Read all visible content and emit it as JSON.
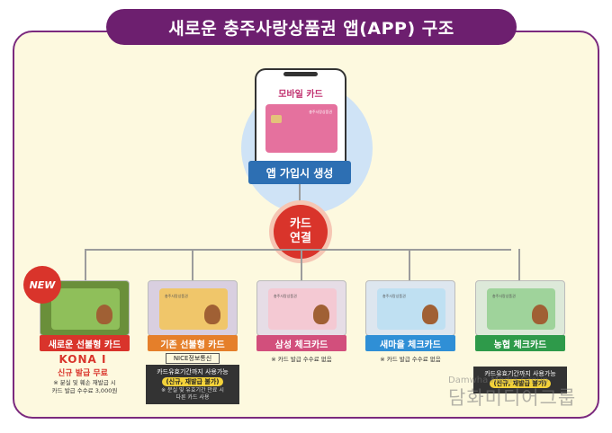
{
  "title": "새로운 충주사랑상품권 앱(APP) 구조",
  "phone": {
    "label": "모바일 카드",
    "card_text": "충주사랑상품권"
  },
  "app_step": "앱 가입시 생성",
  "hub": {
    "line1": "카드",
    "line2": "연결"
  },
  "cards": [
    {
      "label": "새로운 선불형 카드",
      "bar_color": "#d9342b",
      "card_color": "#8fbf5a",
      "badge": "NEW",
      "brand": "KONA I",
      "highlight": "신규 발급 무료",
      "notes": [
        "※ 분실 및 훼손 재발급 시",
        "카드 발급 수수료 3,000원"
      ]
    },
    {
      "label": "기존 선불형 카드",
      "bar_color": "#e57f2a",
      "card_color": "#f0c66a",
      "card_text": "충주사랑상품권",
      "brand": "NICE정보통신",
      "dark_lines": [
        "카드유효기간까지 사용가능",
        "(신규, 재발급 불가)",
        "※ 분실 및 유효기간 만료 시",
        "다른 카드 사용"
      ]
    },
    {
      "label": "삼성 체크카드",
      "bar_color": "#d24f7c",
      "card_color": "#f4c9d3",
      "card_text": "충주사랑상품권",
      "notes": [
        "※ 카드 발급 수수료 없음"
      ]
    },
    {
      "label": "새마을 체크카드",
      "bar_color": "#2f8fd6",
      "card_color": "#bfe0f2",
      "card_text": "충주사랑상품권",
      "notes": [
        "※ 카드 발급 수수료 없음"
      ]
    },
    {
      "label": "농협 체크카드",
      "bar_color": "#2e9a4a",
      "card_color": "#9fd39b",
      "card_text": "충주사랑상품권",
      "dark_lines": [
        "카드유효기간까지 사용가능",
        "(신규, 재발급 불가)"
      ]
    }
  ],
  "watermark": {
    "en": "Damwha Media Group",
    "kr": "담화미디어그룹"
  }
}
